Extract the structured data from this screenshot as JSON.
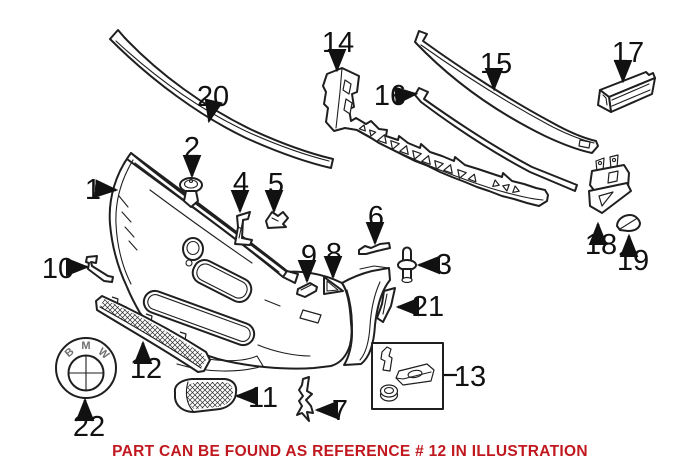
{
  "caption": {
    "text": "PART CAN BE FOUND AS REFERENCE # 12 IN ILLUSTRATION",
    "color": "#c0181e"
  },
  "emblem": {
    "b": "B",
    "m": "M",
    "w": "W"
  },
  "callouts": [
    {
      "label": "1"
    },
    {
      "label": "2"
    },
    {
      "label": "3"
    },
    {
      "label": "4"
    },
    {
      "label": "5"
    },
    {
      "label": "6"
    },
    {
      "label": "7"
    },
    {
      "label": "8"
    },
    {
      "label": "9"
    },
    {
      "label": "10"
    },
    {
      "label": "11"
    },
    {
      "label": "12"
    },
    {
      "label": "13"
    },
    {
      "label": "14"
    },
    {
      "label": "15"
    },
    {
      "label": "16"
    },
    {
      "label": "17"
    },
    {
      "label": "18"
    },
    {
      "label": "19"
    },
    {
      "label": "20"
    },
    {
      "label": "21"
    },
    {
      "label": "22"
    }
  ]
}
